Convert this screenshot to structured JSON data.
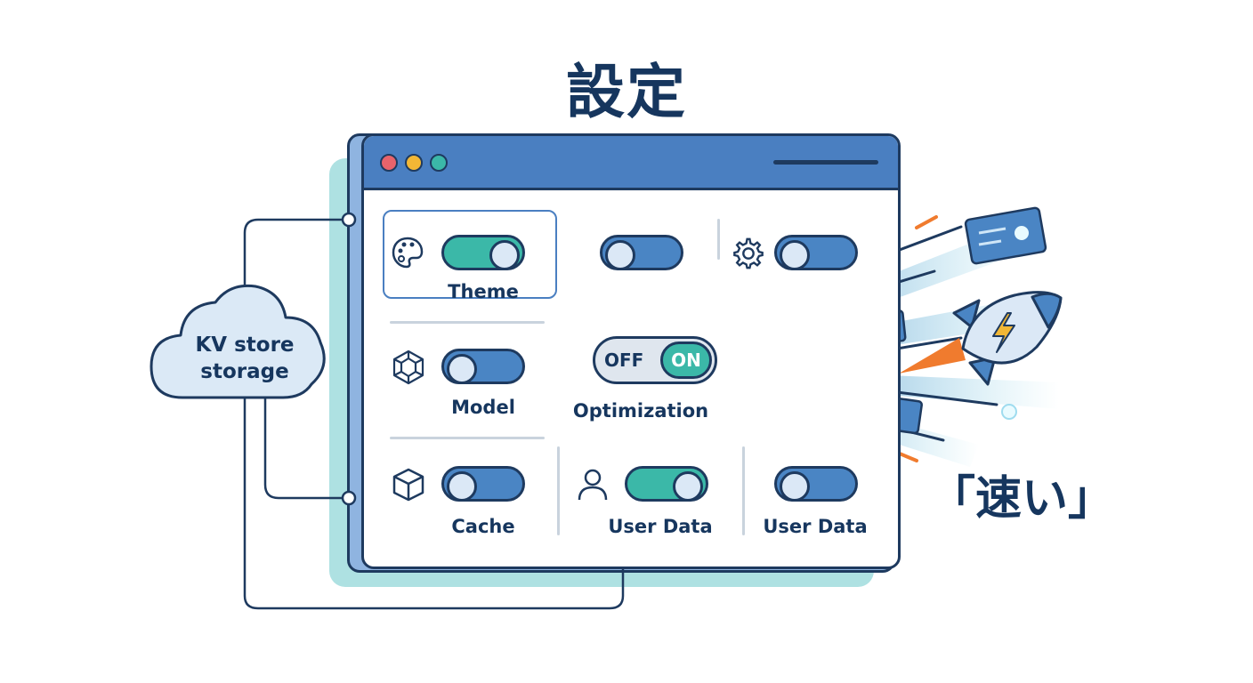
{
  "title": "設定",
  "cloud": {
    "line1": "KV store",
    "line2": "storage"
  },
  "settings": {
    "theme": {
      "label": "Theme",
      "icon": "palette-icon",
      "state": "on"
    },
    "unlabeled_toggle": {
      "state": "off"
    },
    "gear_toggle": {
      "icon": "gear-icon",
      "state": "off"
    },
    "model": {
      "label": "Model",
      "icon": "model-cube-icon",
      "state": "off"
    },
    "optimization": {
      "label": "Optimization",
      "off_text": "OFF",
      "on_text": "ON",
      "state": "on"
    },
    "cache": {
      "label": "Cache",
      "icon": "box-icon",
      "state": "off"
    },
    "user_data_1": {
      "label": "User Data",
      "icon": "user-icon",
      "state": "on"
    },
    "user_data_2": {
      "label": "User Data",
      "state": "off"
    }
  },
  "callout": "「速い」",
  "colors": {
    "navy": "#1e3a5f",
    "toggle_off": "#4a85c4",
    "toggle_on": "#3bb8a8",
    "titlebar": "#4a7fc1",
    "panel_shadow": "#aee1e2",
    "spark": "#f07b2e",
    "dot_red": "#e8636b",
    "dot_yellow": "#f2b735",
    "dot_green": "#3bb8a8"
  }
}
